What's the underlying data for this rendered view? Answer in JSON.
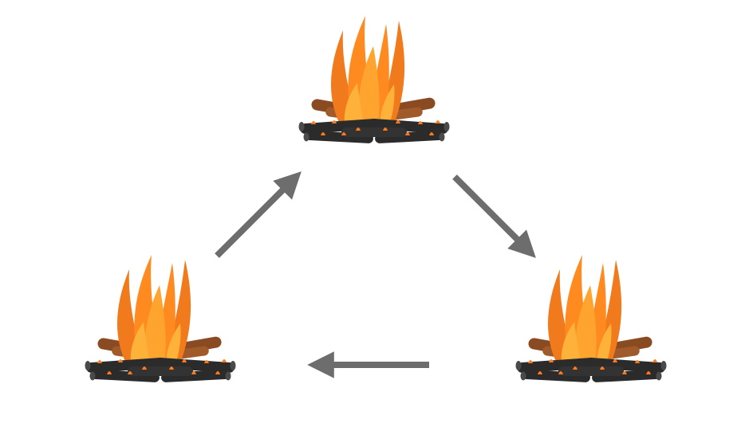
{
  "diagram": {
    "type": "cycle",
    "nodes": [
      {
        "id": "campfire-top",
        "icon": "campfire-icon"
      },
      {
        "id": "campfire-bottom-right",
        "icon": "campfire-icon"
      },
      {
        "id": "campfire-bottom-left",
        "icon": "campfire-icon"
      }
    ],
    "edges": [
      {
        "from": "campfire-top",
        "to": "campfire-bottom-right",
        "icon": "arrow-icon"
      },
      {
        "from": "campfire-bottom-right",
        "to": "campfire-bottom-left",
        "icon": "arrow-icon"
      },
      {
        "from": "campfire-bottom-left",
        "to": "campfire-top",
        "icon": "arrow-icon"
      }
    ]
  },
  "colors": {
    "background": "#ffffff",
    "arrow": "#6d6d6d",
    "flame_outer": "#f07a1c",
    "flame_mid": "#ff9a26",
    "flame_inner": "#ffb23a",
    "log_dark": "#2b2b2b",
    "log_brown": "#8a4a22",
    "log_brown_light": "#a15a2a",
    "ember": "#ff7a1a"
  }
}
